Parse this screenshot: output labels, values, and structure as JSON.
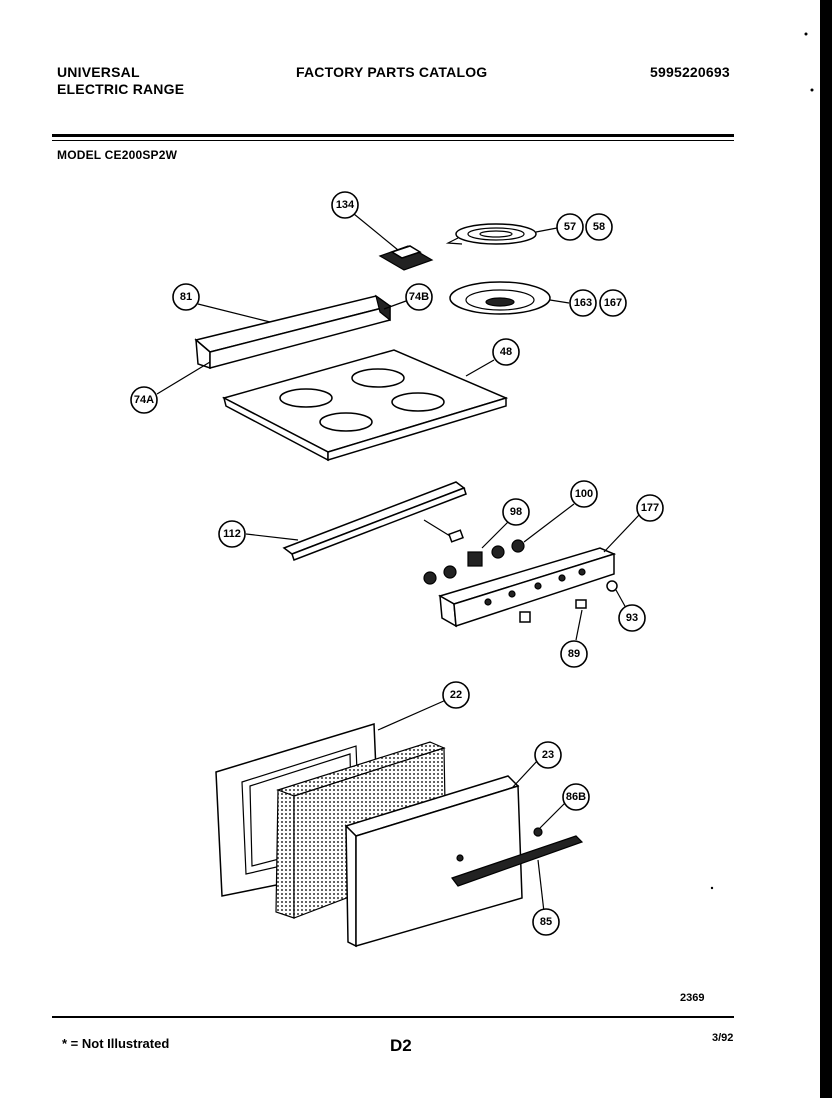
{
  "header": {
    "brand_line1": "UNIVERSAL",
    "brand_line2": "ELECTRIC RANGE",
    "catalog_title": "FACTORY PARTS CATALOG",
    "catalog_number": "5995220693",
    "model": "MODEL CE200SP2W"
  },
  "callouts": {
    "c134": "134",
    "c57": "57",
    "c58": "58",
    "c81": "81",
    "c74b": "74B",
    "c163": "163",
    "c167": "167",
    "c48": "48",
    "c74a": "74A",
    "c112": "112",
    "c98": "98",
    "c100": "100",
    "c177": "177",
    "c93": "93",
    "c89": "89",
    "c22": "22",
    "c23": "23",
    "c86b": "86B",
    "c85": "85"
  },
  "footer": {
    "drawing_number": "2369",
    "note": "* = Not Illustrated",
    "page": "D2",
    "date": "3/92"
  }
}
